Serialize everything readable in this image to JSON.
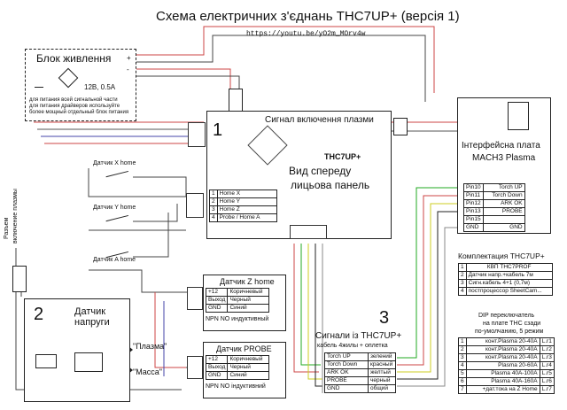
{
  "title": "Схема електричних з'єднань THC7UP+ (версія 1)",
  "url": "https://youtu.be/yO2m_MOrv4w",
  "psu": {
    "title": "Блок живлення",
    "voltage": "12В, 0.5А",
    "note1": "для питания всей сигнальной части",
    "note2": "для питания драйверов используйте",
    "note3": "более мощный отдельный блок питания",
    "plus": "+",
    "minus": "-"
  },
  "block1": {
    "number": "1",
    "plasma_signal": "Сигнал включення плазми",
    "model": "THC7UP+",
    "front1": "Вид спереду",
    "front2": "лицьова панель",
    "pins": [
      {
        "n": "1",
        "label": "Home X"
      },
      {
        "n": "2",
        "label": "Home Y"
      },
      {
        "n": "3",
        "label": "Home Z"
      },
      {
        "n": "4",
        "label": "Probe / Home A"
      }
    ]
  },
  "block2": {
    "number": "2",
    "title1": "Датчик",
    "title2": "напруги",
    "plasma": "\"Плазма\"",
    "mass": "\"Масса\""
  },
  "block3": {
    "number": "3",
    "title": "Сигнали із THC7UP+",
    "subtitle": "кабель 4жилы + оплетка",
    "rows": [
      {
        "sig": "Torch UP",
        "wire": "зелений"
      },
      {
        "sig": "Torch Down",
        "wire": "красный"
      },
      {
        "sig": "ARK OK",
        "wire": "желтый"
      },
      {
        "sig": "PROBE",
        "wire": "черный"
      },
      {
        "sig": "GND",
        "wire": "общий"
      }
    ]
  },
  "sensors": {
    "x": "Датчик X home",
    "y": "Датчик Y home",
    "a": "Датчик A home",
    "plasma_btn1": "Разъем",
    "plasma_btn2": "включение плазмы"
  },
  "sensor_z": {
    "title": "Датчик Z home",
    "rows": [
      {
        "a": "+12",
        "b": "Коричневый"
      },
      {
        "a": "Выход",
        "b": "Черный"
      },
      {
        "a": "GND",
        "b": "Синий"
      }
    ],
    "type": "NPN NO индуктивный"
  },
  "sensor_probe": {
    "title": "Датчик PROBE",
    "rows": [
      {
        "a": "+12",
        "b": "Коричневый"
      },
      {
        "a": "Выход",
        "b": "Черный"
      },
      {
        "a": "GND",
        "b": "Синий"
      }
    ],
    "type": "NPN NO індуктивний"
  },
  "mach3": {
    "title1": "Інтерфейсна плата",
    "title2": "MACH3 Plasma",
    "pins": [
      {
        "pin": "Pin10",
        "sig": "Torch UP"
      },
      {
        "pin": "Pin11",
        "sig": "Torch Down"
      },
      {
        "pin": "Pin12",
        "sig": "ARK OK"
      },
      {
        "pin": "Pin13",
        "sig": "PROBE"
      },
      {
        "pin": "Pin15",
        "sig": ""
      },
      {
        "pin": "GND",
        "sig": "GND"
      }
    ]
  },
  "kit": {
    "title": "Комплектация THC7UP+",
    "rows": [
      {
        "n": "1",
        "item": "КВП THC7PROF"
      },
      {
        "n": "2",
        "item": "Датчик напр.+кабель 7м"
      },
      {
        "n": "3",
        "item": "Сигн.кабель 4+1 (0,7м)"
      },
      {
        "n": "4",
        "item": "постпроцессор SheetCam..."
      }
    ]
  },
  "dip": {
    "title1": "DIP переключатель",
    "title2": "на плате THC сзади",
    "title3": "по-умолчанию, 5 режим",
    "rows": [
      {
        "n": "1",
        "item": "конт.Plasma 20-40A",
        "sw": "L.r1"
      },
      {
        "n": "2",
        "item": "конт.Plasma 20-40A",
        "sw": "L.r2"
      },
      {
        "n": "3",
        "item": "конт.Plasma 20-40A",
        "sw": "L.r3"
      },
      {
        "n": "4",
        "item": "Plasma 20-60A",
        "sw": "L.r4"
      },
      {
        "n": "5",
        "item": "Plasma 40A-100A",
        "sw": "L.r5"
      },
      {
        "n": "6",
        "item": "Plasma 40A-160A",
        "sw": "L.r6"
      },
      {
        "n": "7",
        "item": "+дат.тока на Z Home",
        "sw": "L.r7"
      }
    ]
  }
}
